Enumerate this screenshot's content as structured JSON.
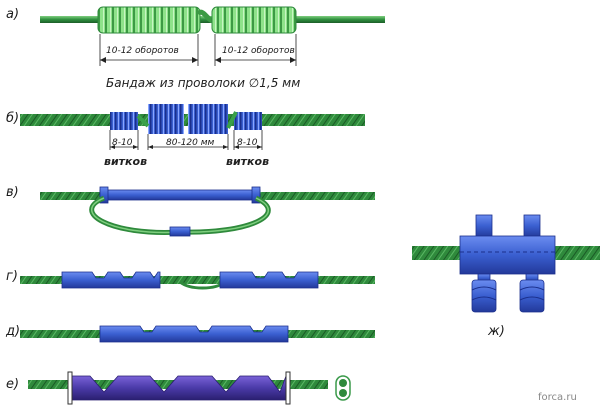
{
  "rows": {
    "a": "а)",
    "b": "б)",
    "v": "в)",
    "g": "г)",
    "d": "д)",
    "e": "е)",
    "zh": "ж)"
  },
  "labels": {
    "a_left_turns": "10-12 оборотов",
    "a_right_turns": "10-12 оборотов",
    "bandage": "Бандаж из проволоки ∅1,5 мм",
    "b_left_count": "8-10",
    "b_mid_length": "80-120 мм",
    "b_right_count": "8-10",
    "b_left_turns_word": "витков",
    "b_right_turns_word": "витков"
  },
  "watermark": "forca.ru",
  "colors": {
    "wire_green": "#3a9a4a",
    "wire_dark": "#1f6b2e",
    "bandage_green": "#7fd67a",
    "sleeve_blue": "#3a5fd0",
    "sleeve_dark": "#1b2f8c",
    "sleeve_purple": "#4a3a9a"
  }
}
